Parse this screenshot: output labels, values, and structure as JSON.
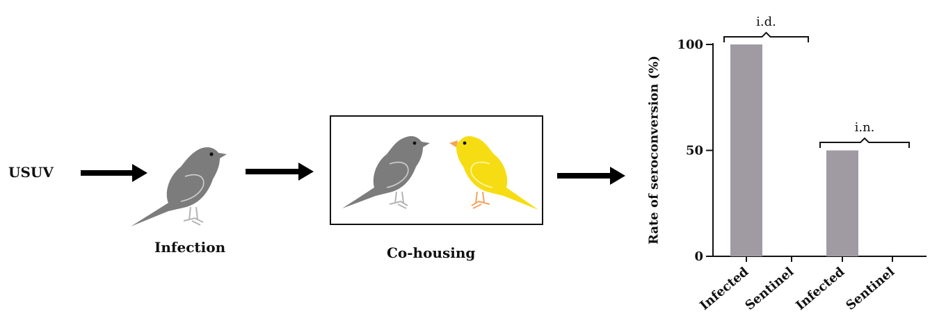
{
  "labels": {
    "virus": "USUV",
    "infection": "Infection",
    "cohousing": "Co-housing"
  },
  "icons": {
    "arrow": "right-arrow-icon",
    "infected_bird": "grey-canary-icon",
    "sentinel_bird": "yellow-canary-icon"
  },
  "colors": {
    "infected_bird": "#7c7c7c",
    "sentinel_bird": "#f6dd13",
    "bar": "#a09ba3",
    "bird_legs_grey": "#b4b4b4",
    "bird_legs_orange": "#f4a460"
  },
  "chart_data": {
    "type": "bar",
    "ylabel": "Rate of seroconversion (%)",
    "ylim": [
      0,
      100
    ],
    "yticks": [
      0,
      50,
      100
    ],
    "categories": [
      "Infected",
      "Sentinel",
      "Infected",
      "Sentinel"
    ],
    "values": [
      100,
      0,
      50,
      0
    ],
    "groups": [
      {
        "label": "i.d.",
        "categories": [
          0,
          1
        ]
      },
      {
        "label": "i.n.",
        "categories": [
          2,
          3
        ]
      }
    ]
  }
}
